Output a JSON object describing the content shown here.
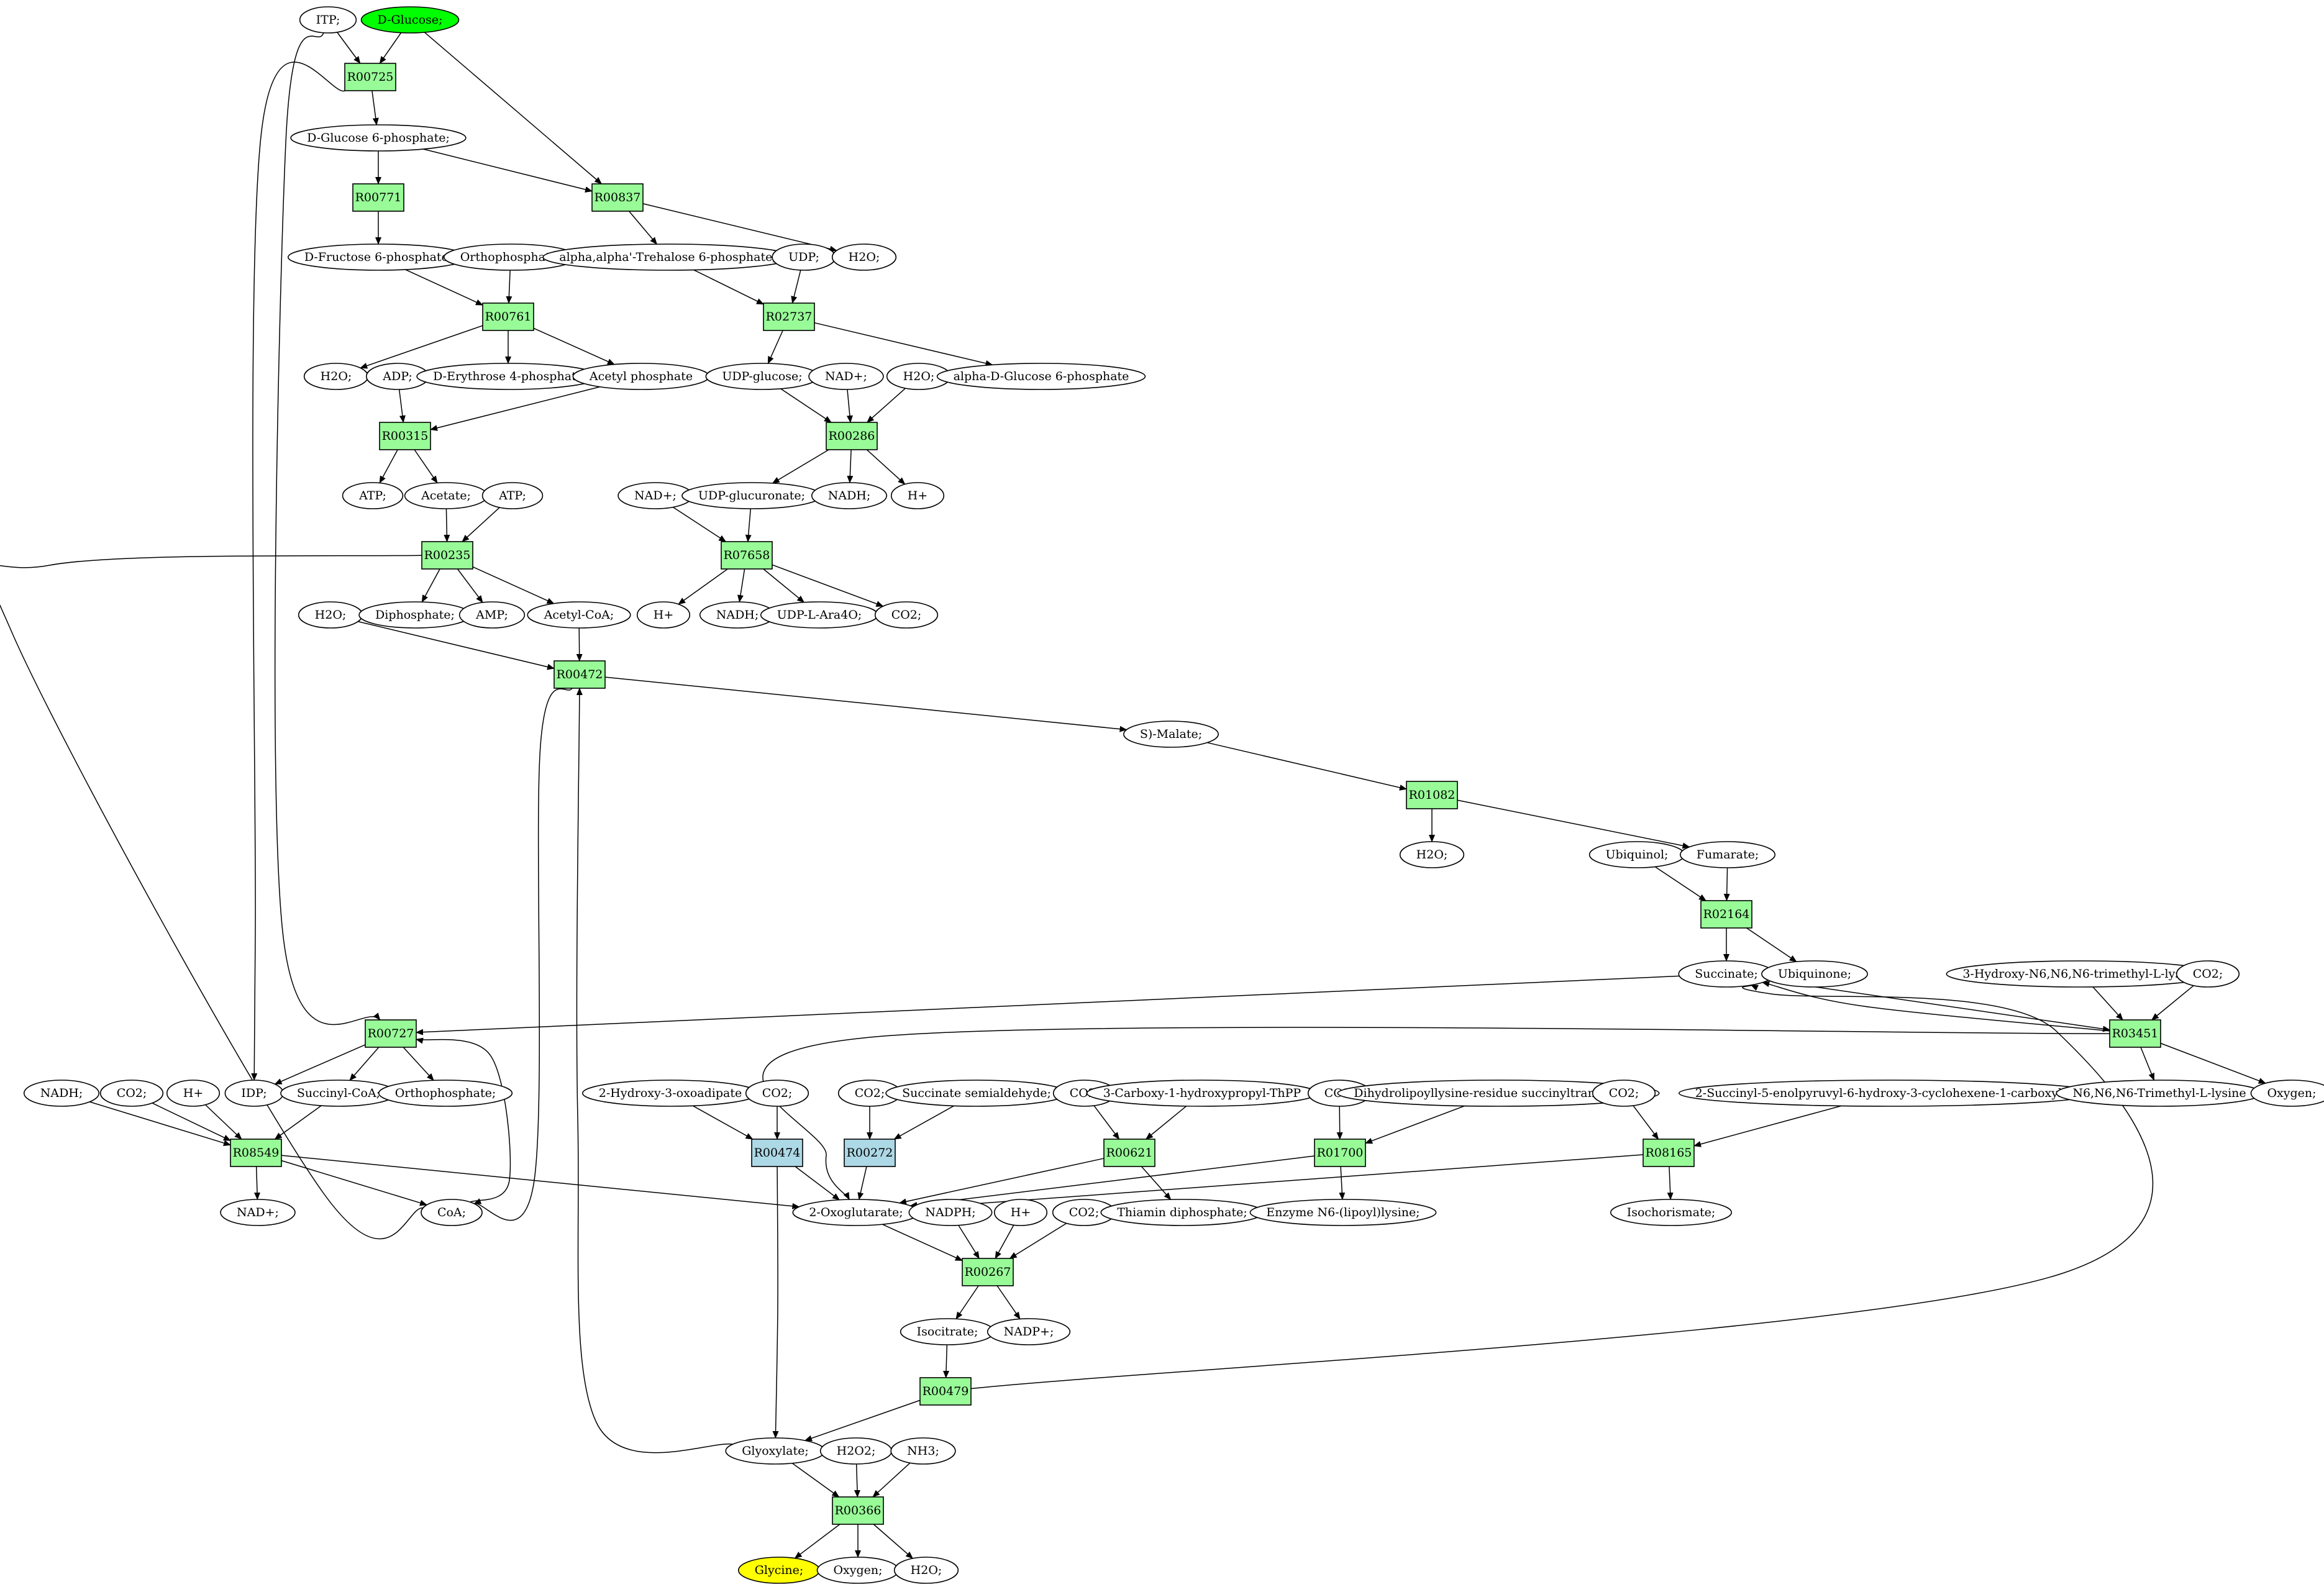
{
  "colors": {
    "compound": "#ffffff",
    "start": "#00ff00",
    "target": "#ffff00",
    "reaction": "#98fb98",
    "reaction_alt": "#add8e6",
    "edge": "#000000"
  },
  "compounds": [
    {
      "id": "ITP",
      "label": "ITP;"
    },
    {
      "id": "DGlc",
      "label": "D-Glucose;",
      "fill": "start"
    },
    {
      "id": "G6P",
      "label": "D-Glucose 6-phosphate;"
    },
    {
      "id": "F6P",
      "label": "D-Fructose 6-phosphate;"
    },
    {
      "id": "Pi1",
      "label": "Orthophosphate;"
    },
    {
      "id": "Tre6P",
      "label": "alpha,alpha'-Trehalose 6-phosphate;"
    },
    {
      "id": "UDP",
      "label": "UDP;"
    },
    {
      "id": "H2O_a",
      "label": "H2O;"
    },
    {
      "id": "H2O_b",
      "label": "H2O;"
    },
    {
      "id": "ADP",
      "label": "ADP;"
    },
    {
      "id": "E4P",
      "label": "D-Erythrose 4-phosphate"
    },
    {
      "id": "AcP",
      "label": "Acetyl phosphate"
    },
    {
      "id": "UDPG",
      "label": "UDP-glucose;"
    },
    {
      "id": "NADp_a",
      "label": "NAD+;"
    },
    {
      "id": "H2O_c",
      "label": "H2O;"
    },
    {
      "id": "G6Pa",
      "label": "alpha-D-Glucose 6-phosphate"
    },
    {
      "id": "ATP_a",
      "label": "ATP;"
    },
    {
      "id": "Ace",
      "label": "Acetate;"
    },
    {
      "id": "ATP_b",
      "label": "ATP;"
    },
    {
      "id": "NADp_b",
      "label": "NAD+;"
    },
    {
      "id": "UDPGA",
      "label": "UDP-glucuronate;"
    },
    {
      "id": "NADH_a",
      "label": "NADH;"
    },
    {
      "id": "Hp_a",
      "label": "H+"
    },
    {
      "id": "H2O_d",
      "label": "H2O;"
    },
    {
      "id": "PPi",
      "label": "Diphosphate;"
    },
    {
      "id": "AMP",
      "label": "AMP;"
    },
    {
      "id": "AcCoA",
      "label": "Acetyl-CoA;"
    },
    {
      "id": "Hp_b",
      "label": "H+"
    },
    {
      "id": "NADH_b",
      "label": "NADH;"
    },
    {
      "id": "Ara4O",
      "label": "UDP-L-Ara4O;"
    },
    {
      "id": "CO2_a",
      "label": "CO2;"
    },
    {
      "id": "Mal",
      "label": "S)-Malate;"
    },
    {
      "id": "H2O_e",
      "label": "H2O;"
    },
    {
      "id": "UQH2",
      "label": "Ubiquinol;"
    },
    {
      "id": "Fum",
      "label": "Fumarate;"
    },
    {
      "id": "Succ",
      "label": "Succinate;"
    },
    {
      "id": "UQ",
      "label": "Ubiquinone;"
    },
    {
      "id": "HTML",
      "label": "3-Hydroxy-N6,N6,N6-trimethyl-L-lysine"
    },
    {
      "id": "CO2_b",
      "label": "CO2;"
    },
    {
      "id": "NADH_c",
      "label": "NADH;"
    },
    {
      "id": "CO2_c",
      "label": "CO2;"
    },
    {
      "id": "Hp_c",
      "label": "H+"
    },
    {
      "id": "IDP",
      "label": "IDP;"
    },
    {
      "id": "SucCoA",
      "label": "Succinyl-CoA;"
    },
    {
      "id": "Pi2",
      "label": "Orthophosphate;"
    },
    {
      "id": "HOA",
      "label": "2-Hydroxy-3-oxoadipate"
    },
    {
      "id": "CO2_d",
      "label": "CO2;"
    },
    {
      "id": "CO2_e",
      "label": "CO2;"
    },
    {
      "id": "SSA",
      "label": "Succinate semialdehyde;"
    },
    {
      "id": "CO2_f",
      "label": "CO2;"
    },
    {
      "id": "CHThPP",
      "label": "3-Carboxy-1-hydroxypropyl-ThPP"
    },
    {
      "id": "CO2_g",
      "label": "CO2;"
    },
    {
      "id": "DLST",
      "label": "Dihydrolipoyllysine-residue succinyltransferase]"
    },
    {
      "id": "CO2_h",
      "label": "CO2;"
    },
    {
      "id": "SEPHCHC",
      "label": "2-Succinyl-5-enolpyruvyl-6-hydroxy-3-cyclohexene-1-carboxylate"
    },
    {
      "id": "TML",
      "label": "N6,N6,N6-Trimethyl-L-lysine"
    },
    {
      "id": "O2_a",
      "label": "Oxygen;"
    },
    {
      "id": "NADp_c",
      "label": "NAD+;"
    },
    {
      "id": "CoA",
      "label": "CoA;"
    },
    {
      "id": "AKG",
      "label": "2-Oxoglutarate;"
    },
    {
      "id": "NADPH",
      "label": "NADPH;"
    },
    {
      "id": "Hp_d",
      "label": "H+"
    },
    {
      "id": "CO2_i",
      "label": "CO2;"
    },
    {
      "id": "ThDP",
      "label": "Thiamin diphosphate;"
    },
    {
      "id": "Lip",
      "label": "Enzyme N6-(lipoyl)lysine;"
    },
    {
      "id": "Isoch",
      "label": "Isochorismate;"
    },
    {
      "id": "Isoc",
      "label": "Isocitrate;"
    },
    {
      "id": "NADPp",
      "label": "NADP+;"
    },
    {
      "id": "Glx",
      "label": "Glyoxylate;"
    },
    {
      "id": "H2O2",
      "label": "H2O2;"
    },
    {
      "id": "NH3",
      "label": "NH3;"
    },
    {
      "id": "Gly",
      "label": "Glycine;",
      "fill": "target"
    },
    {
      "id": "O2_b",
      "label": "Oxygen;"
    },
    {
      "id": "H2O_f",
      "label": "H2O;"
    }
  ],
  "reactions": [
    {
      "id": "R00725",
      "label": "R00725"
    },
    {
      "id": "R00771",
      "label": "R00771"
    },
    {
      "id": "R00837",
      "label": "R00837"
    },
    {
      "id": "R00761",
      "label": "R00761"
    },
    {
      "id": "R02737",
      "label": "R02737"
    },
    {
      "id": "R00315",
      "label": "R00315"
    },
    {
      "id": "R00286",
      "label": "R00286"
    },
    {
      "id": "R00235",
      "label": "R00235"
    },
    {
      "id": "R07658",
      "label": "R07658"
    },
    {
      "id": "R00472",
      "label": "R00472"
    },
    {
      "id": "R01082",
      "label": "R01082"
    },
    {
      "id": "R02164",
      "label": "R02164"
    },
    {
      "id": "R00727",
      "label": "R00727"
    },
    {
      "id": "R03451",
      "label": "R03451"
    },
    {
      "id": "R08549",
      "label": "R08549"
    },
    {
      "id": "R00474",
      "label": "R00474",
      "fill": "reaction_alt"
    },
    {
      "id": "R00272",
      "label": "R00272",
      "fill": "reaction_alt"
    },
    {
      "id": "R00621",
      "label": "R00621"
    },
    {
      "id": "R01700",
      "label": "R01700"
    },
    {
      "id": "R08165",
      "label": "R08165"
    },
    {
      "id": "R00267",
      "label": "R00267"
    },
    {
      "id": "R00479",
      "label": "R00479"
    },
    {
      "id": "R00366",
      "label": "R00366"
    }
  ],
  "edges": [
    [
      "ITP",
      "R00725"
    ],
    [
      "DGlc",
      "R00725"
    ],
    [
      "DGlc",
      "R00837"
    ],
    [
      "ITP",
      "R00727"
    ],
    [
      "R00725",
      "G6P"
    ],
    [
      "R00725",
      "IDP"
    ],
    [
      "G6P",
      "R00771"
    ],
    [
      "G6P",
      "R00837"
    ],
    [
      "R00771",
      "F6P"
    ],
    [
      "R00837",
      "Tre6P"
    ],
    [
      "R00837",
      "H2O_a"
    ],
    [
      "F6P",
      "R00761"
    ],
    [
      "Pi1",
      "R00761"
    ],
    [
      "R00761",
      "H2O_b"
    ],
    [
      "R00761",
      "E4P"
    ],
    [
      "R00761",
      "AcP"
    ],
    [
      "Tre6P",
      "R02737"
    ],
    [
      "UDP",
      "R02737"
    ],
    [
      "R02737",
      "UDPG"
    ],
    [
      "R02737",
      "G6Pa"
    ],
    [
      "ADP",
      "R00315"
    ],
    [
      "AcP",
      "R00315"
    ],
    [
      "R00315",
      "ATP_a"
    ],
    [
      "R00315",
      "Ace"
    ],
    [
      "UDPG",
      "R00286"
    ],
    [
      "NADp_a",
      "R00286"
    ],
    [
      "H2O_c",
      "R00286"
    ],
    [
      "R00286",
      "UDPGA"
    ],
    [
      "R00286",
      "NADH_a"
    ],
    [
      "R00286",
      "Hp_a"
    ],
    [
      "Ace",
      "R00235"
    ],
    [
      "ATP_b",
      "R00235"
    ],
    [
      "CoA",
      "R00235"
    ],
    [
      "R00235",
      "PPi"
    ],
    [
      "R00235",
      "AMP"
    ],
    [
      "R00235",
      "AcCoA"
    ],
    [
      "NADp_b",
      "R07658"
    ],
    [
      "UDPGA",
      "R07658"
    ],
    [
      "R07658",
      "Hp_b"
    ],
    [
      "R07658",
      "NADH_b"
    ],
    [
      "R07658",
      "Ara4O"
    ],
    [
      "R07658",
      "CO2_a"
    ],
    [
      "H2O_d",
      "R00472"
    ],
    [
      "AcCoA",
      "R00472"
    ],
    [
      "Glx",
      "R00472"
    ],
    [
      "R00472",
      "Mal"
    ],
    [
      "R00472",
      "CoA"
    ],
    [
      "Mal",
      "R01082"
    ],
    [
      "R01082",
      "H2O_e"
    ],
    [
      "R01082",
      "Fum"
    ],
    [
      "UQH2",
      "R02164"
    ],
    [
      "Fum",
      "R02164"
    ],
    [
      "R02164",
      "Succ"
    ],
    [
      "R02164",
      "UQ"
    ],
    [
      "Succ",
      "R00727"
    ],
    [
      "CoA",
      "R00727"
    ],
    [
      "R00727",
      "IDP"
    ],
    [
      "R00727",
      "SucCoA"
    ],
    [
      "R00727",
      "Pi2"
    ],
    [
      "HTML",
      "R03451"
    ],
    [
      "CO2_b",
      "R03451"
    ],
    [
      "Succ",
      "R03451"
    ],
    [
      "R03451",
      "Succ"
    ],
    [
      "R03451",
      "TML"
    ],
    [
      "R03451",
      "O2_a"
    ],
    [
      "R03451",
      "AKG"
    ],
    [
      "NADH_c",
      "R08549"
    ],
    [
      "CO2_c",
      "R08549"
    ],
    [
      "Hp_c",
      "R08549"
    ],
    [
      "SucCoA",
      "R08549"
    ],
    [
      "R08549",
      "NADp_c"
    ],
    [
      "R08549",
      "CoA"
    ],
    [
      "R08549",
      "AKG"
    ],
    [
      "HOA",
      "R00474"
    ],
    [
      "CO2_d",
      "R00474"
    ],
    [
      "R00474",
      "AKG"
    ],
    [
      "R00474",
      "Glx"
    ],
    [
      "CO2_e",
      "R00272"
    ],
    [
      "SSA",
      "R00272"
    ],
    [
      "R00272",
      "AKG"
    ],
    [
      "CO2_f",
      "R00621"
    ],
    [
      "CHThPP",
      "R00621"
    ],
    [
      "R00621",
      "AKG"
    ],
    [
      "R00621",
      "ThDP"
    ],
    [
      "CO2_g",
      "R01700"
    ],
    [
      "DLST",
      "R01700"
    ],
    [
      "R01700",
      "AKG"
    ],
    [
      "R01700",
      "Lip"
    ],
    [
      "CO2_h",
      "R08165"
    ],
    [
      "SEPHCHC",
      "R08165"
    ],
    [
      "R08165",
      "AKG"
    ],
    [
      "R08165",
      "Isoch"
    ],
    [
      "AKG",
      "R00267"
    ],
    [
      "NADPH",
      "R00267"
    ],
    [
      "Hp_d",
      "R00267"
    ],
    [
      "CO2_i",
      "R00267"
    ],
    [
      "R00267",
      "Isoc"
    ],
    [
      "R00267",
      "NADPp"
    ],
    [
      "Isoc",
      "R00479"
    ],
    [
      "R00479",
      "Glx"
    ],
    [
      "R00479",
      "Succ"
    ],
    [
      "Glx",
      "R00366"
    ],
    [
      "H2O2",
      "R00366"
    ],
    [
      "NH3",
      "R00366"
    ],
    [
      "R00366",
      "Gly"
    ],
    [
      "R00366",
      "O2_b"
    ],
    [
      "R00366",
      "H2O_f"
    ]
  ]
}
